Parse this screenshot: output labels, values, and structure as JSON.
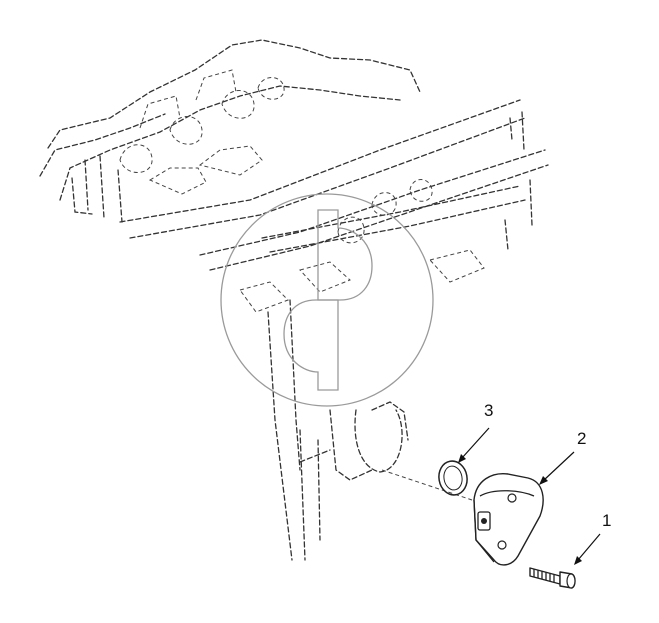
{
  "diagram": {
    "callouts": [
      {
        "number": "1",
        "part": "capscrew"
      },
      {
        "number": "2",
        "part": "cover"
      },
      {
        "number": "3",
        "part": "o-ring"
      }
    ],
    "watermark": {
      "kind": "logo",
      "icon": "circle-logo-watermark"
    }
  }
}
